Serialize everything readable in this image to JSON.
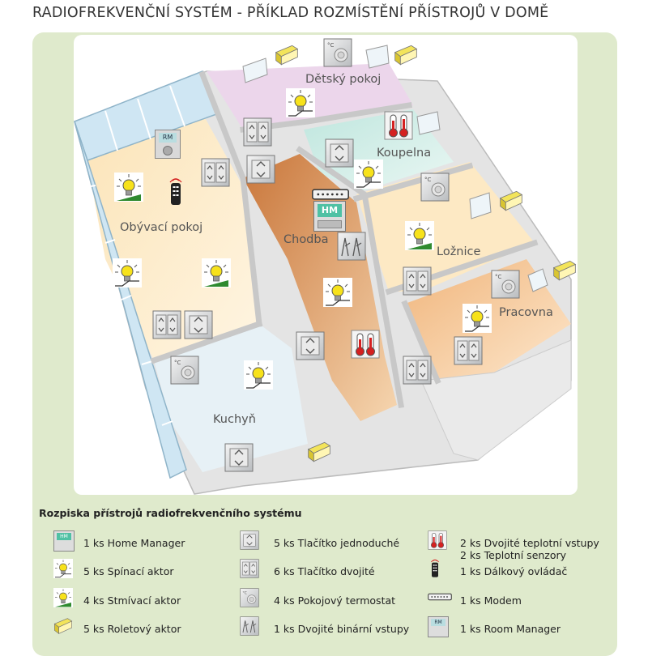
{
  "title": "RADIOFREKVENČNÍ SYSTÉM - PŘÍKLAD ROZMÍSTĚNÍ PŘÍSTROJŮ V DOMĚ",
  "rooms": {
    "detsky": "Dětský pokoj",
    "koupelna": "Koupelna",
    "obyvaci": "Obývací pokoj",
    "chodba": "Chodba",
    "loznice": "Ložnice",
    "pracovna": "Pracovna",
    "kuchyn": "Kuchyň"
  },
  "device_labels": {
    "home_manager": "HM",
    "room_manager": "RM"
  },
  "legend": {
    "title": "Rozpiska přístrojů radiofrekvenčního systému",
    "col1": [
      {
        "icon": "home-manager-icon",
        "text": "1 ks Home Manager"
      },
      {
        "icon": "switch-actuator-icon",
        "text": "5 ks Spínací aktor"
      },
      {
        "icon": "dimmer-actuator-icon",
        "text": "4 ks Stmívací aktor"
      },
      {
        "icon": "blind-actuator-icon",
        "text": "5 ks Roletový aktor"
      }
    ],
    "col2": [
      {
        "icon": "single-button-icon",
        "text": "5 ks Tlačítko jednoduché"
      },
      {
        "icon": "double-button-icon",
        "text": "6 ks Tlačítko dvojité"
      },
      {
        "icon": "room-thermostat-icon",
        "text": "4 ks Pokojový termostat"
      },
      {
        "icon": "binary-input-icon",
        "text": "1 ks Dvojité binární vstupy"
      }
    ],
    "col3": [
      {
        "icon": "temperature-input-icon",
        "text": "2 ks Dvojité teplotní vstupy",
        "text2": "2 ks Teplotní senzory"
      },
      {
        "icon": "remote-control-icon",
        "text": "1 ks Dálkový ovládač"
      },
      {
        "icon": "modem-icon",
        "text": "1 ks Modem"
      },
      {
        "icon": "room-manager-icon",
        "text": "1 ks Room Manager"
      }
    ]
  }
}
